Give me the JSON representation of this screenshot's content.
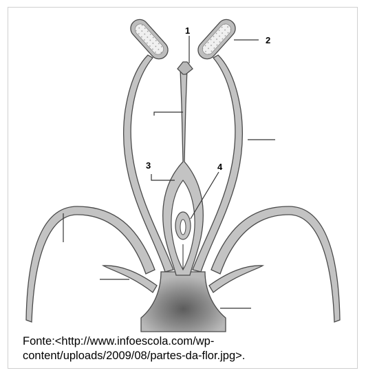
{
  "figure": {
    "labels": {
      "part_1": "1",
      "part_2": "2",
      "part_3": "3",
      "part_4": "4"
    },
    "source": {
      "line_1": "Fonte:<http://www.infoescola.com/wp-",
      "line_2": "content/uploads/2009/08/partes-da-flor.jpg>."
    },
    "colors": {
      "outline": "#4a4a4a",
      "fill_light": "#c4c4c4",
      "fill_dark": "#5f5f5f",
      "pointer_line": "#333333"
    }
  }
}
